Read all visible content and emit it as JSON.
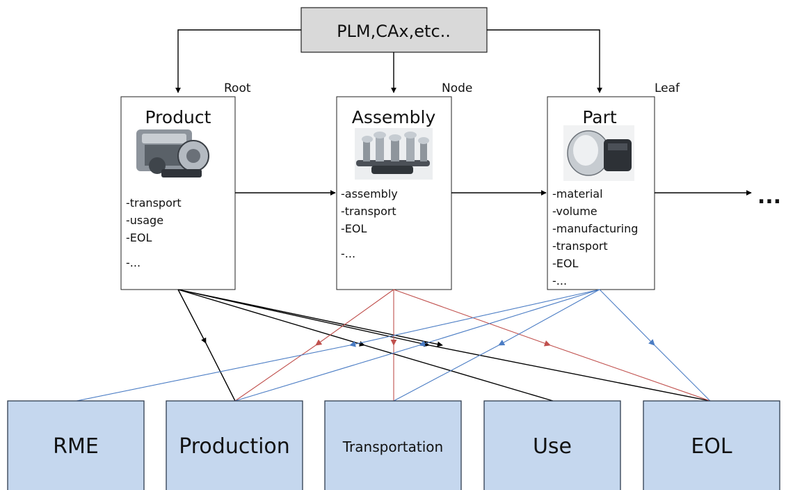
{
  "source": {
    "label": "PLM,CAx,etc.."
  },
  "levels": [
    {
      "key": "root",
      "level_label": "Root",
      "title": "Product",
      "image_icon": "engine-image",
      "items": [
        "-transport",
        "-usage",
        "-EOL",
        "-..."
      ]
    },
    {
      "key": "node",
      "level_label": "Node",
      "title": "Assembly",
      "image_icon": "crankshaft-image",
      "items": [
        "-assembly",
        "-transport",
        "-EOL",
        "-..."
      ]
    },
    {
      "key": "leaf",
      "level_label": "Leaf",
      "title": "Part",
      "image_icon": "piston-image",
      "items": [
        "-material",
        "-volume",
        "-manufacturing",
        "-transport",
        "-EOL",
        "-..."
      ]
    }
  ],
  "continuation": "...",
  "phases": [
    {
      "key": "rme",
      "label": "RME"
    },
    {
      "key": "production",
      "label": "Production"
    },
    {
      "key": "transportation",
      "label": "Transportation"
    },
    {
      "key": "use",
      "label": "Use"
    },
    {
      "key": "eol",
      "label": "EOL"
    }
  ],
  "colors": {
    "source_fill": "#d9d9d9",
    "phase_fill": "#c5d7ee",
    "product_links": "#000000",
    "assembly_links": "#c0504d",
    "part_links": "#4a7cc4"
  }
}
